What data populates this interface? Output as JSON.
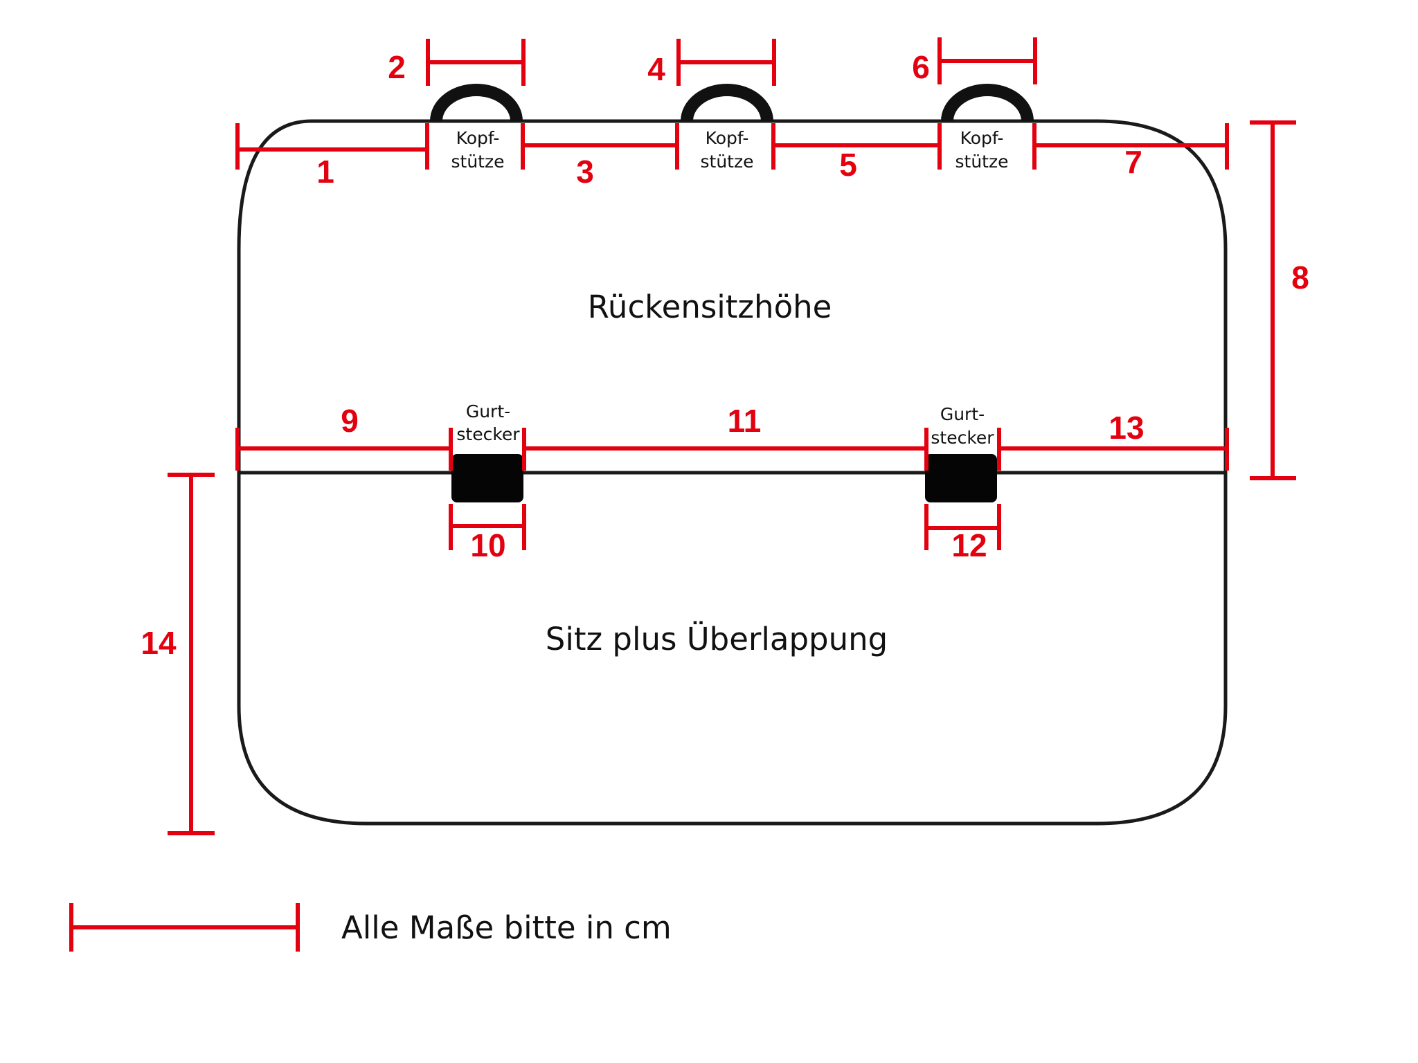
{
  "labels": {
    "back_height": "Rückensitzhöhe",
    "seat": "Sitz plus Überlappung",
    "units_note": "Alle Maße bitte in cm",
    "headrests": [
      {
        "line1": "Kopf-",
        "line2": "stütze"
      },
      {
        "line1": "Kopf-",
        "line2": "stütze"
      },
      {
        "line1": "Kopf-",
        "line2": "stütze"
      }
    ],
    "buckles": [
      {
        "line1": "Gurt-",
        "line2": "stecker"
      },
      {
        "line1": "Gurt-",
        "line2": "stecker"
      }
    ]
  },
  "dimensions": [
    "1",
    "2",
    "3",
    "4",
    "5",
    "6",
    "7",
    "8",
    "9",
    "10",
    "11",
    "12",
    "13",
    "14"
  ],
  "colors": {
    "dimension": "#e3000f",
    "outline": "#1a1a1a",
    "text": "#111111"
  }
}
